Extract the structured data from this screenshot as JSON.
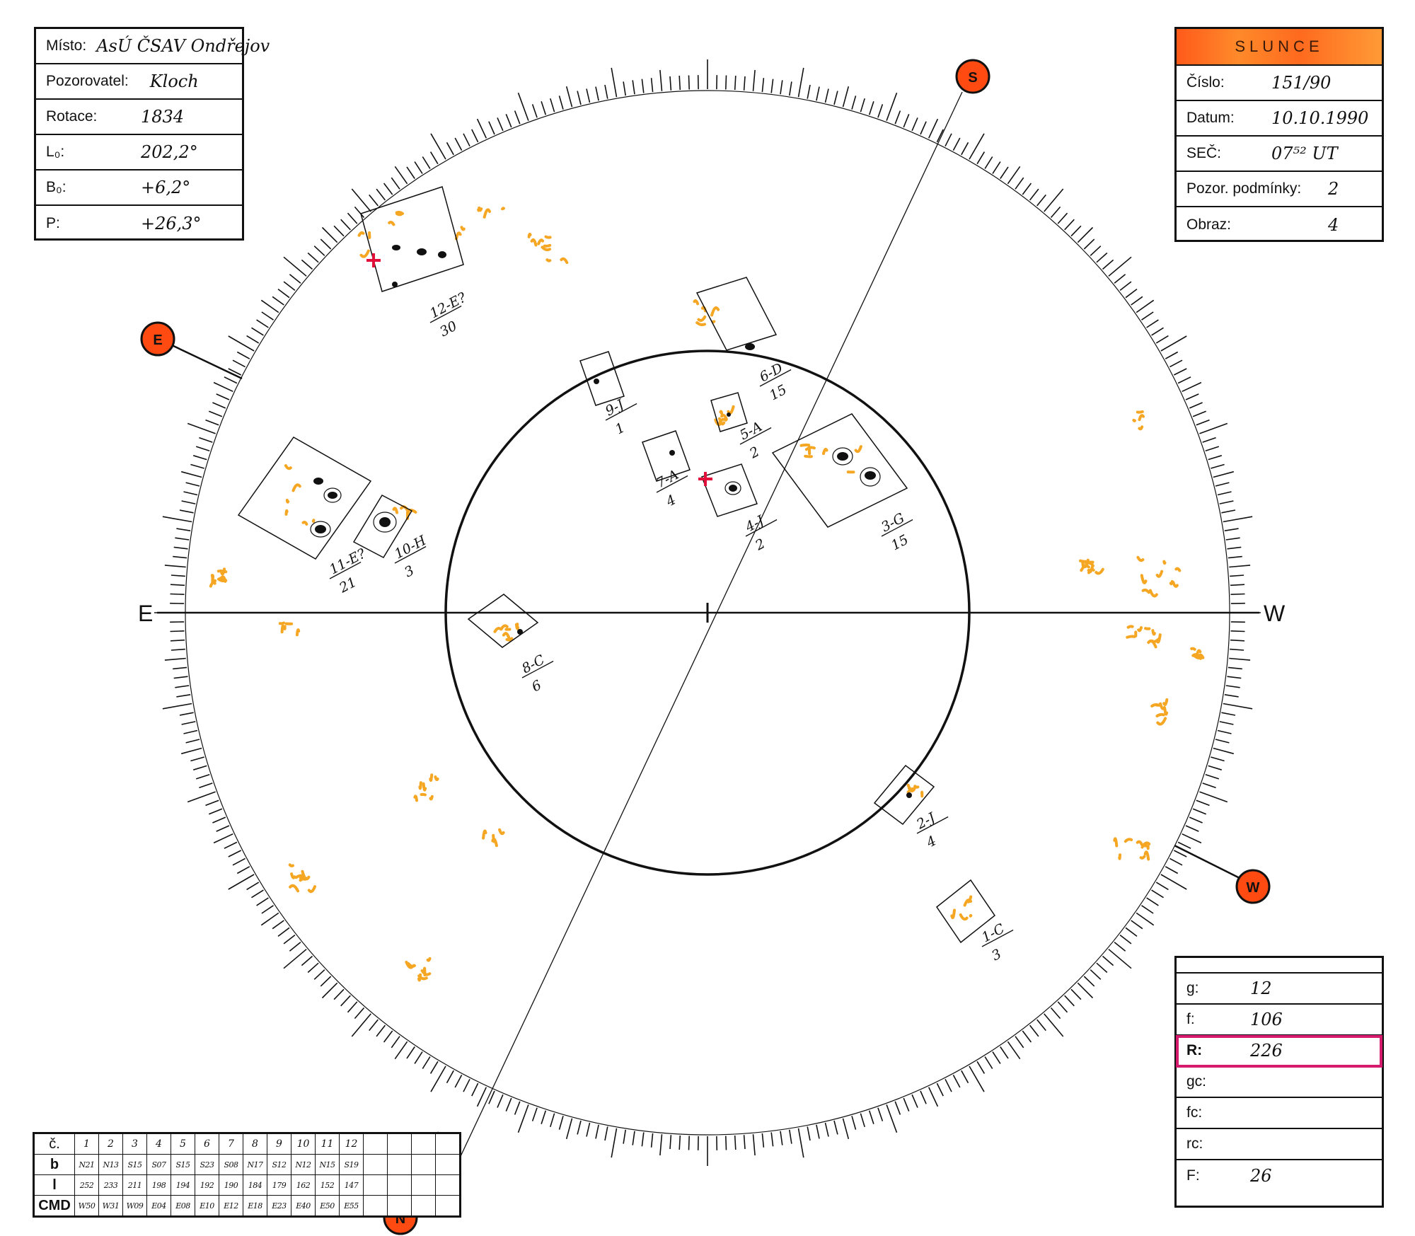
{
  "header_left": {
    "rows": [
      {
        "label": "Místo:",
        "value": "AsÚ ČSAV Ondřejov"
      },
      {
        "label": "Pozorovatel:",
        "value": "Kloch"
      },
      {
        "label": "Rotace:",
        "value": "1834"
      },
      {
        "label": "L₀:",
        "value": "202,2°"
      },
      {
        "label": "B₀:",
        "value": "+6,2°"
      },
      {
        "label": "P:",
        "value": "+26,3°"
      }
    ]
  },
  "header_right": {
    "title": "SLUNCE",
    "rows": [
      {
        "label": "Číslo:",
        "value": "151/90"
      },
      {
        "label": "Datum:",
        "value": "10.10.1990"
      },
      {
        "label": "SEČ:",
        "value": "07⁵² UT"
      },
      {
        "label": "Pozor. podmínky:",
        "value": "2"
      },
      {
        "label": "Obraz:",
        "value": "4"
      }
    ]
  },
  "stats": {
    "rows": [
      {
        "label": "g:",
        "value": "12"
      },
      {
        "label": "f:",
        "value": "106"
      },
      {
        "label": "R:",
        "value": "226"
      },
      {
        "label": "gc:",
        "value": ""
      },
      {
        "label": "fc:",
        "value": ""
      },
      {
        "label": "rc:",
        "value": ""
      },
      {
        "label": "F:",
        "value": "26"
      }
    ]
  },
  "table": {
    "header": "č.",
    "numbers": [
      "1",
      "2",
      "3",
      "4",
      "5",
      "6",
      "7",
      "8",
      "9",
      "10",
      "11",
      "12",
      "",
      "",
      "",
      ""
    ],
    "rows": [
      {
        "label": "b",
        "values": [
          "N21",
          "N13",
          "S15",
          "S07",
          "S15",
          "S23",
          "S08",
          "N17",
          "S12",
          "N12",
          "N15",
          "S19",
          "",
          "",
          "",
          ""
        ]
      },
      {
        "label": "l",
        "values": [
          "252",
          "233",
          "211",
          "198",
          "194",
          "192",
          "190",
          "184",
          "179",
          "162",
          "152",
          "147",
          "",
          "",
          "",
          ""
        ]
      },
      {
        "label": "CMD",
        "values": [
          "W50",
          "W31",
          "W09",
          "E04",
          "E08",
          "E10",
          "E12",
          "E18",
          "E23",
          "E40",
          "E50",
          "E55",
          "",
          "",
          "",
          ""
        ]
      }
    ]
  },
  "axes": {
    "east": "E",
    "west": "W"
  },
  "markers": {
    "s": "S",
    "e": "E",
    "w": "W",
    "n": "N"
  },
  "groups": [
    {
      "id": "12-E?",
      "label": "12-E?",
      "count": "30"
    },
    {
      "id": "6-D",
      "label": "6-D",
      "count": "15"
    },
    {
      "id": "9-J",
      "label": "9-J",
      "count": "1"
    },
    {
      "id": "5-A",
      "label": "5-A",
      "count": "2"
    },
    {
      "id": "7-A",
      "label": "7-A",
      "count": "4"
    },
    {
      "id": "4-J",
      "label": "4-J",
      "count": "2"
    },
    {
      "id": "3-G",
      "label": "3-G",
      "count": "15"
    },
    {
      "id": "11-E?",
      "label": "11-E?",
      "count": "21"
    },
    {
      "id": "10-H",
      "label": "10-H",
      "count": "3"
    },
    {
      "id": "8-C",
      "label": "8-C",
      "count": "6"
    },
    {
      "id": "2-J",
      "label": "2-J",
      "count": "4"
    },
    {
      "id": "1-C",
      "label": "1-C",
      "count": "3"
    }
  ],
  "colors": {
    "facula": "#f5a623",
    "marker": "#ff4a12",
    "highlight": "#d61a6e",
    "cross": "#e0103a"
  }
}
